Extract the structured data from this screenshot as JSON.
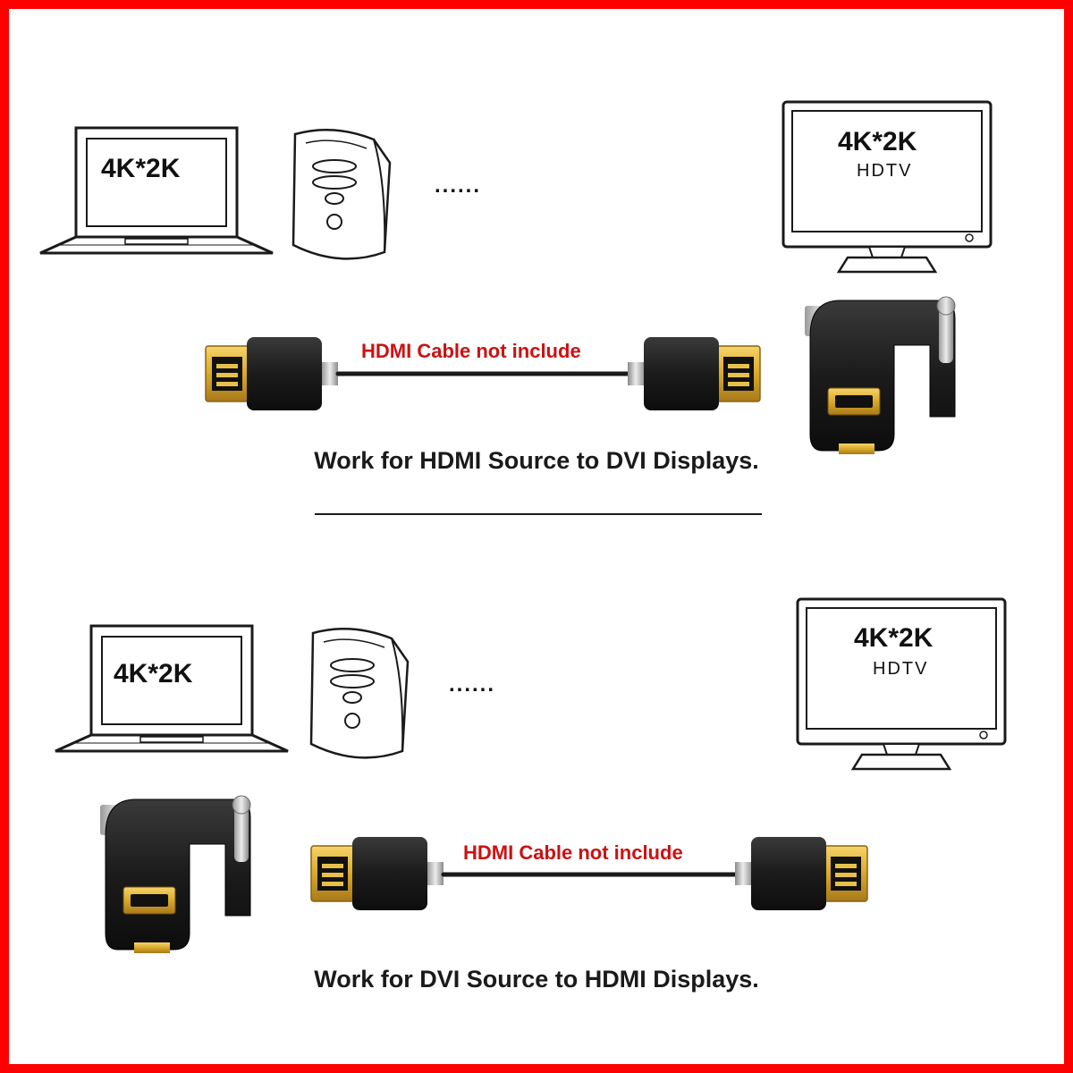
{
  "colors": {
    "border": "#ff0000",
    "cable_label": "#cc1111",
    "line_art": "#1a1a1a",
    "connector_black": "#1b1b1b",
    "gold": "#d9a92a"
  },
  "sections": [
    {
      "laptop_label": "4K*2K",
      "ellipsis": "......",
      "monitor_label": "4K*2K",
      "monitor_sub": "HDTV",
      "cable_label": "HDMI Cable not include",
      "caption": "Work for HDMI Source to DVI Displays."
    },
    {
      "laptop_label": "4K*2K",
      "ellipsis": "......",
      "monitor_label": "4K*2K",
      "monitor_sub": "HDTV",
      "cable_label": "HDMI Cable not include",
      "caption": "Work for DVI Source to HDMI Displays."
    }
  ],
  "icons": {
    "laptop": "laptop-icon",
    "pc_tower": "pc-tower-icon",
    "monitor": "monitor-icon",
    "hdmi_cable": "hdmi-cable-icon",
    "adapter": "dvi-hdmi-adapter-icon"
  }
}
